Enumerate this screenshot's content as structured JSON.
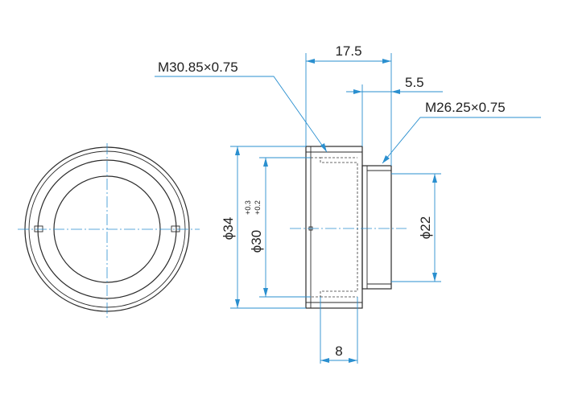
{
  "colors": {
    "object_line": "#2b2b2b",
    "dimension_line": "#2a8fcf",
    "text": "#222222",
    "background": "#ffffff"
  },
  "labels": {
    "thread_large": "M30.85×0.75",
    "thread_small": "M26.25×0.75",
    "length_total": "17.5",
    "length_rear": "5.5",
    "length_thread_depth": "8",
    "diameter_outer": "ϕ34",
    "diameter_bore": "ϕ30",
    "tolerance_upper": "+0.3",
    "tolerance_lower": "+0.2",
    "diameter_rear": "ϕ22"
  }
}
